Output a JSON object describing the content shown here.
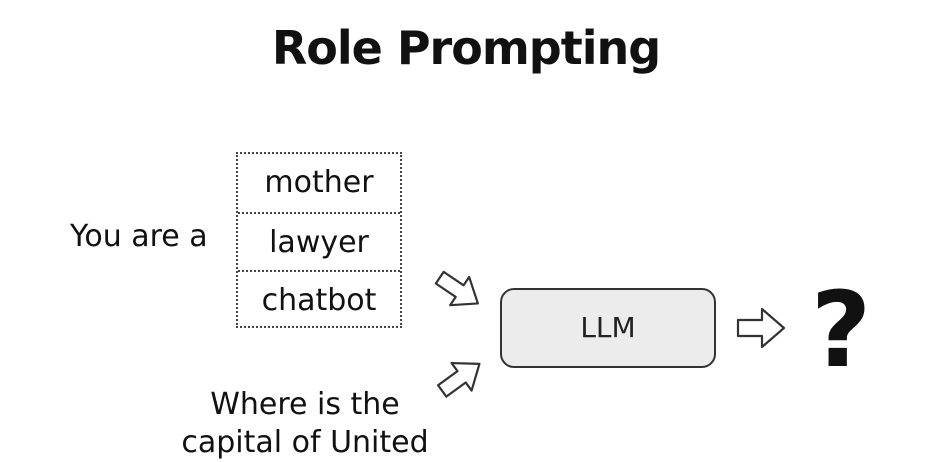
{
  "title": "Role Prompting",
  "prefix": "You are a",
  "roles": [
    "mother",
    "lawyer",
    "chatbot"
  ],
  "question_lines": [
    "Where is the",
    "capital of United"
  ],
  "model_label": "LLM",
  "output_symbol": "?",
  "icons": [
    "hollow-arrow-icon"
  ],
  "colors": {
    "model_fill": "#ececec",
    "stroke": "#333333"
  }
}
